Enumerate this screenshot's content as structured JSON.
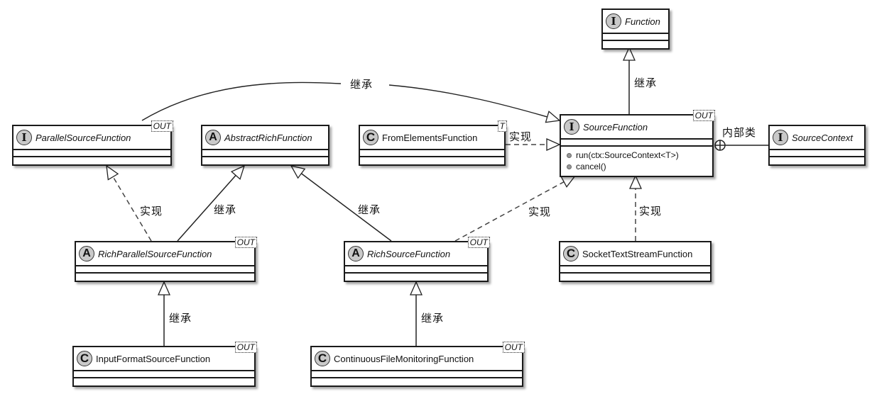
{
  "classes": {
    "function": {
      "name": "Function",
      "stereotype": "I",
      "kind": "interface",
      "type_param": null,
      "methods": []
    },
    "source_function": {
      "name": "SourceFunction",
      "stereotype": "I",
      "kind": "interface",
      "type_param": "OUT",
      "methods": [
        "run(ctx:SourceContext<T>)",
        "cancel()"
      ]
    },
    "source_context": {
      "name": "SourceContext",
      "stereotype": "I",
      "kind": "interface",
      "type_param": null,
      "methods": []
    },
    "parallel_source_function": {
      "name": "ParallelSourceFunction",
      "stereotype": "I",
      "kind": "interface",
      "type_param": "OUT",
      "methods": []
    },
    "abstract_rich_function": {
      "name": "AbstractRichFunction",
      "stereotype": "A",
      "kind": "abstract",
      "type_param": null,
      "methods": []
    },
    "from_elements_function": {
      "name": "FromElementsFunction",
      "stereotype": "C",
      "kind": "class",
      "type_param": "T",
      "methods": []
    },
    "rich_parallel_source_function": {
      "name": "RichParallelSourceFunction",
      "stereotype": "A",
      "kind": "abstract",
      "type_param": "OUT",
      "methods": []
    },
    "rich_source_function": {
      "name": "RichSourceFunction",
      "stereotype": "A",
      "kind": "abstract",
      "type_param": "OUT",
      "methods": []
    },
    "socket_text_stream_function": {
      "name": "SocketTextStreamFunction",
      "stereotype": "C",
      "kind": "class",
      "type_param": null,
      "methods": []
    },
    "input_format_source_function": {
      "name": "InputFormatSourceFunction",
      "stereotype": "C",
      "kind": "class",
      "type_param": "OUT",
      "methods": []
    },
    "continuous_file_monitoring_function": {
      "name": "ContinuousFileMonitoringFunction",
      "stereotype": "C",
      "kind": "class",
      "type_param": "OUT",
      "methods": []
    }
  },
  "relations": [
    {
      "from": "SourceFunction",
      "to": "Function",
      "type": "inheritance",
      "label": "继承"
    },
    {
      "from": "ParallelSourceFunction",
      "to": "SourceFunction",
      "type": "inheritance",
      "label": "继承"
    },
    {
      "from": "FromElementsFunction",
      "to": "SourceFunction",
      "type": "realization",
      "label": "实现"
    },
    {
      "from": "SourceFunction",
      "to": "SourceContext",
      "type": "nested",
      "label": "内部类"
    },
    {
      "from": "RichParallelSourceFunction",
      "to": "ParallelSourceFunction",
      "type": "realization",
      "label": "实现"
    },
    {
      "from": "RichParallelSourceFunction",
      "to": "AbstractRichFunction",
      "type": "inheritance",
      "label": "继承"
    },
    {
      "from": "RichSourceFunction",
      "to": "AbstractRichFunction",
      "type": "inheritance",
      "label": "继承"
    },
    {
      "from": "RichSourceFunction",
      "to": "SourceFunction",
      "type": "realization",
      "label": "实现"
    },
    {
      "from": "SocketTextStreamFunction",
      "to": "SourceFunction",
      "type": "realization",
      "label": "实现"
    },
    {
      "from": "InputFormatSourceFunction",
      "to": "RichParallelSourceFunction",
      "type": "inheritance",
      "label": "继承"
    },
    {
      "from": "ContinuousFileMonitoringFunction",
      "to": "RichSourceFunction",
      "type": "inheritance",
      "label": "继承"
    }
  ],
  "labels": {
    "inherit": "继承",
    "implement": "实现",
    "inner_class": "内部类"
  }
}
